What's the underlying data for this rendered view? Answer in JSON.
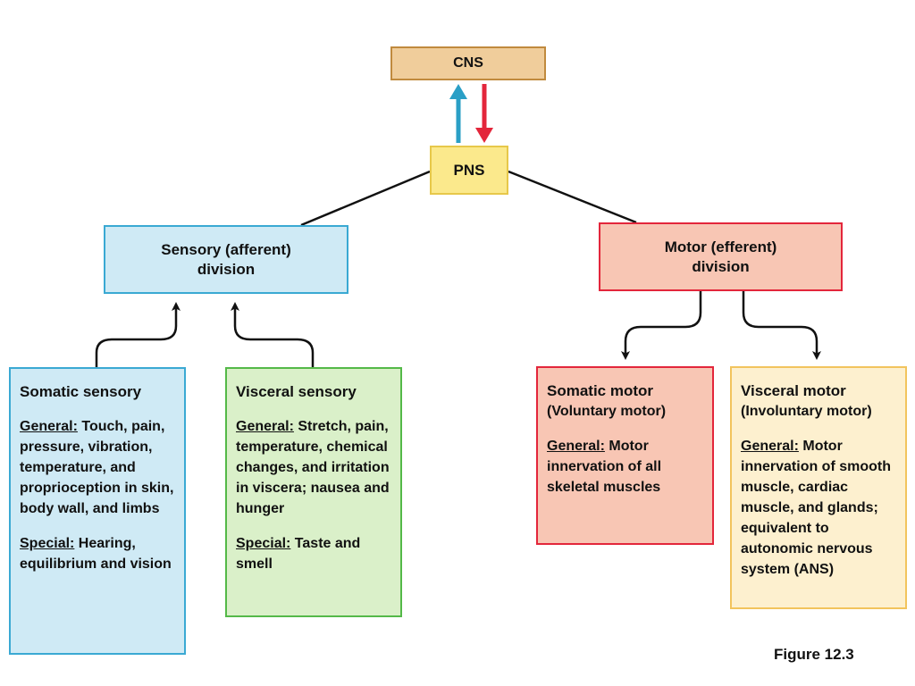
{
  "diagram": {
    "cns": {
      "label": "CNS"
    },
    "pns": {
      "label": "PNS"
    },
    "sensory_division": {
      "line1": "Sensory (afferent)",
      "line2": "division"
    },
    "motor_division": {
      "line1": "Motor (efferent)",
      "line2": "division"
    },
    "somatic_sensory": {
      "title": "Somatic sensory",
      "general_label": "General:",
      "general_text": " Touch, pain, pressure, vibration, temperature, and proprioception in skin, body wall, and limbs",
      "special_label": "Special:",
      "special_text": " Hearing, equilibrium and vision"
    },
    "visceral_sensory": {
      "title": "Visceral sensory",
      "general_label": "General:",
      "general_text": " Stretch, pain, temperature, chemical changes, and irritation in viscera; nausea and hunger",
      "special_label": "Special:",
      "special_text": " Taste and smell"
    },
    "somatic_motor": {
      "title": "Somatic motor",
      "subtitle": "(Voluntary motor)",
      "general_label": "General:",
      "general_text": " Motor innervation of all skeletal muscles"
    },
    "visceral_motor": {
      "title": "Visceral motor",
      "subtitle": "(Involuntary motor)",
      "general_label": "General:",
      "general_text": " Motor innervation of smooth muscle, cardiac muscle, and glands; equivalent to autonomic nervous system (ANS)"
    },
    "colors": {
      "afferent_arrow": "#2a9fc6",
      "efferent_arrow": "#e3263b",
      "connector": "#111111"
    }
  },
  "figure_label": "Figure 12.3"
}
